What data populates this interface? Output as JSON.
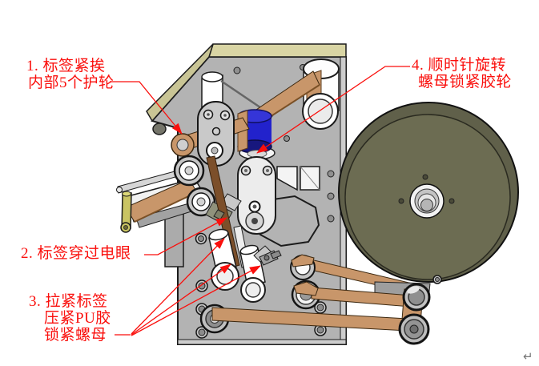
{
  "figure": {
    "kind": "label-applicator-threading-diagram"
  },
  "annotations": [
    {
      "id": "1",
      "lines": [
        "1. 标签紧挨",
        "内部5个护轮"
      ]
    },
    {
      "id": "2",
      "lines": [
        "2. 标签穿过电眼"
      ]
    },
    {
      "id": "3",
      "lines": [
        "3. 拉紧标签",
        "压紧PU胶",
        "锁紧螺母"
      ]
    },
    {
      "id": "4",
      "lines": [
        "4. 顺时针旋转",
        "螺母锁紧胶轮"
      ]
    }
  ],
  "paragraph_mark": "↵",
  "colors": {
    "bg": "#ffffff",
    "red": "#fa0f0c",
    "plate": "#b3b3b3",
    "plate_edge": "#cdcdcd",
    "khaki": "#d9d5a4",
    "khaki_dark": "#c9c595",
    "olive": "#6c6c52",
    "olive_rim": "#60604a",
    "tan": "#c8966a",
    "tan_dark": "#7a5026",
    "web_dark": "#7c4f2a",
    "blue": "#2222cc",
    "blue_dark": "#17177e",
    "yellow": "#c9c463",
    "outline": "#1c1c1c"
  }
}
